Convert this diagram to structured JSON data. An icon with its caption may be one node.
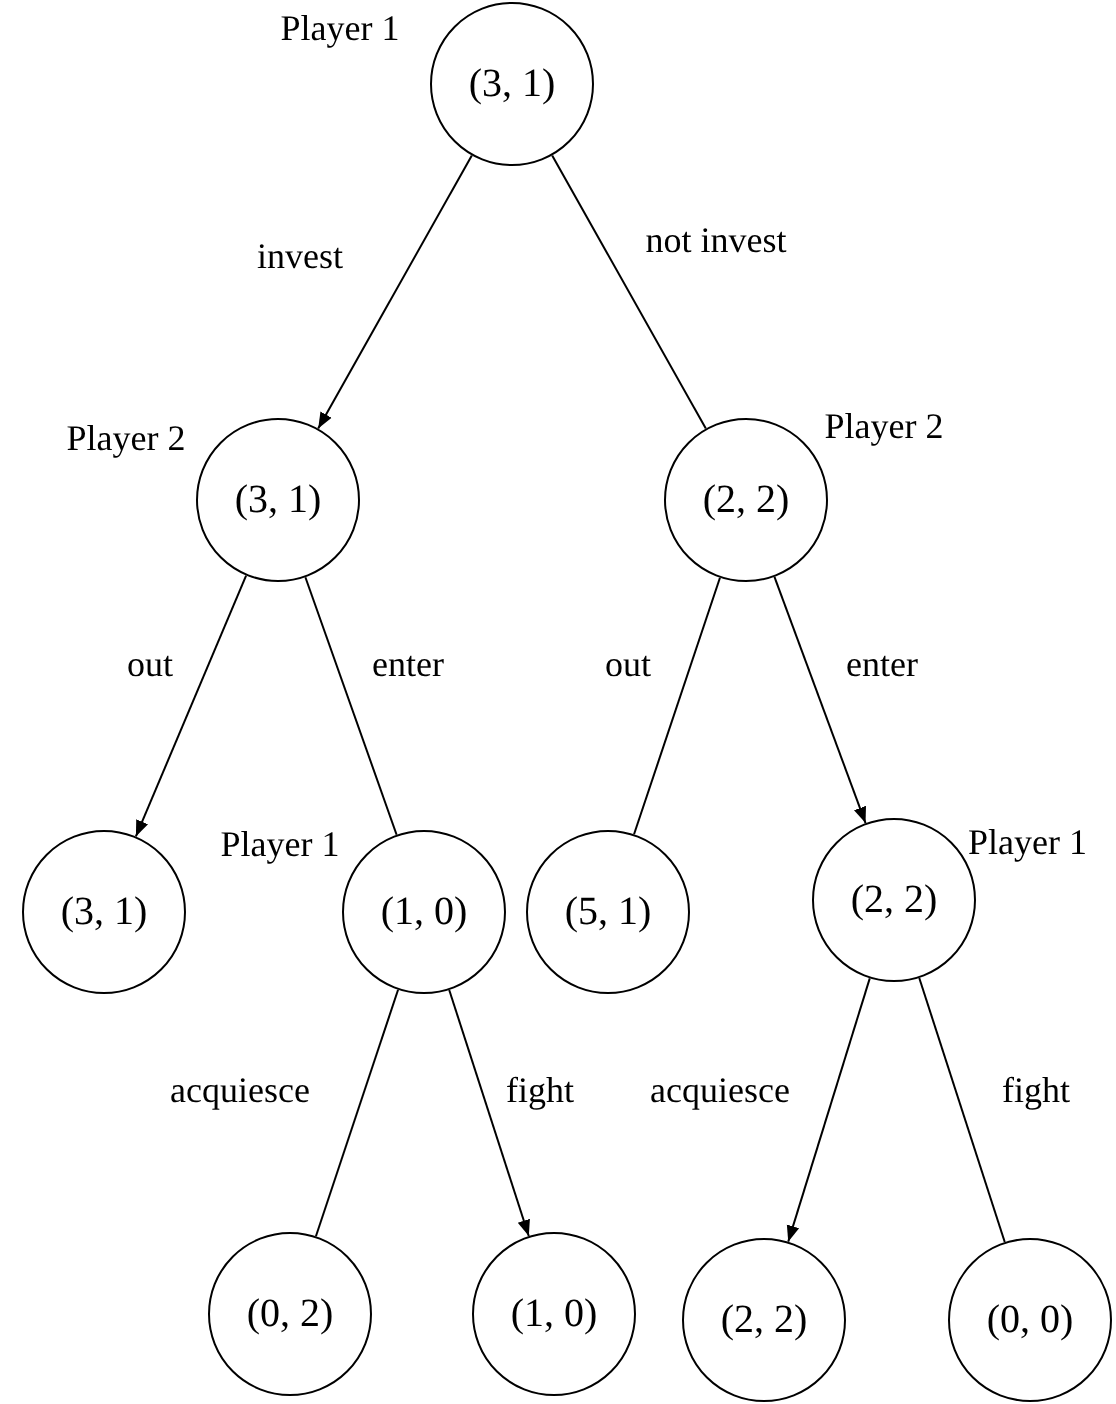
{
  "diagram": {
    "nodes": [
      {
        "text": [
          "(3, 1)"
        ],
        "beside": [
          "Player 1"
        ]
      },
      {
        "text": [
          "(3, 1)"
        ],
        "beside": [
          "Player 2"
        ]
      },
      {
        "text": [
          "(2, 2)"
        ],
        "beside": [
          "Player 2"
        ]
      },
      {
        "text": [
          "(3, 1)"
        ]
      },
      {
        "text": [
          "(1, 0)"
        ],
        "beside": [
          "Player 1"
        ]
      },
      {
        "text": [
          "(5, 1)"
        ]
      },
      {
        "text": [
          "(2, 2)"
        ],
        "beside": [
          "Player 1"
        ]
      },
      {
        "text": [
          "(0, 2)"
        ]
      },
      {
        "text": [
          "(1, 0)"
        ]
      },
      {
        "text": [
          "(2, 2)"
        ]
      },
      {
        "text": [
          "(0, 0)"
        ]
      }
    ],
    "edges": [
      {
        "from": 0,
        "to": 1,
        "arrow": "to",
        "label": "invest"
      },
      {
        "from": 0,
        "to": 2,
        "arrow": "none",
        "label": "not invest"
      },
      {
        "from": 1,
        "to": 3,
        "arrow": "to",
        "label": "out"
      },
      {
        "from": 1,
        "to": 4,
        "arrow": "none",
        "label": "enter"
      },
      {
        "from": 2,
        "to": 5,
        "arrow": "none",
        "label": "out"
      },
      {
        "from": 2,
        "to": 6,
        "arrow": "to",
        "label": "enter"
      },
      {
        "from": 4,
        "to": 7,
        "arrow": "none",
        "label": "acquiesce"
      },
      {
        "from": 4,
        "to": 8,
        "arrow": "to",
        "label": "fight"
      },
      {
        "from": 6,
        "to": 9,
        "arrow": "to",
        "label": "acquiesce"
      },
      {
        "from": 6,
        "to": 10,
        "arrow": "none",
        "label": "fight"
      }
    ]
  }
}
